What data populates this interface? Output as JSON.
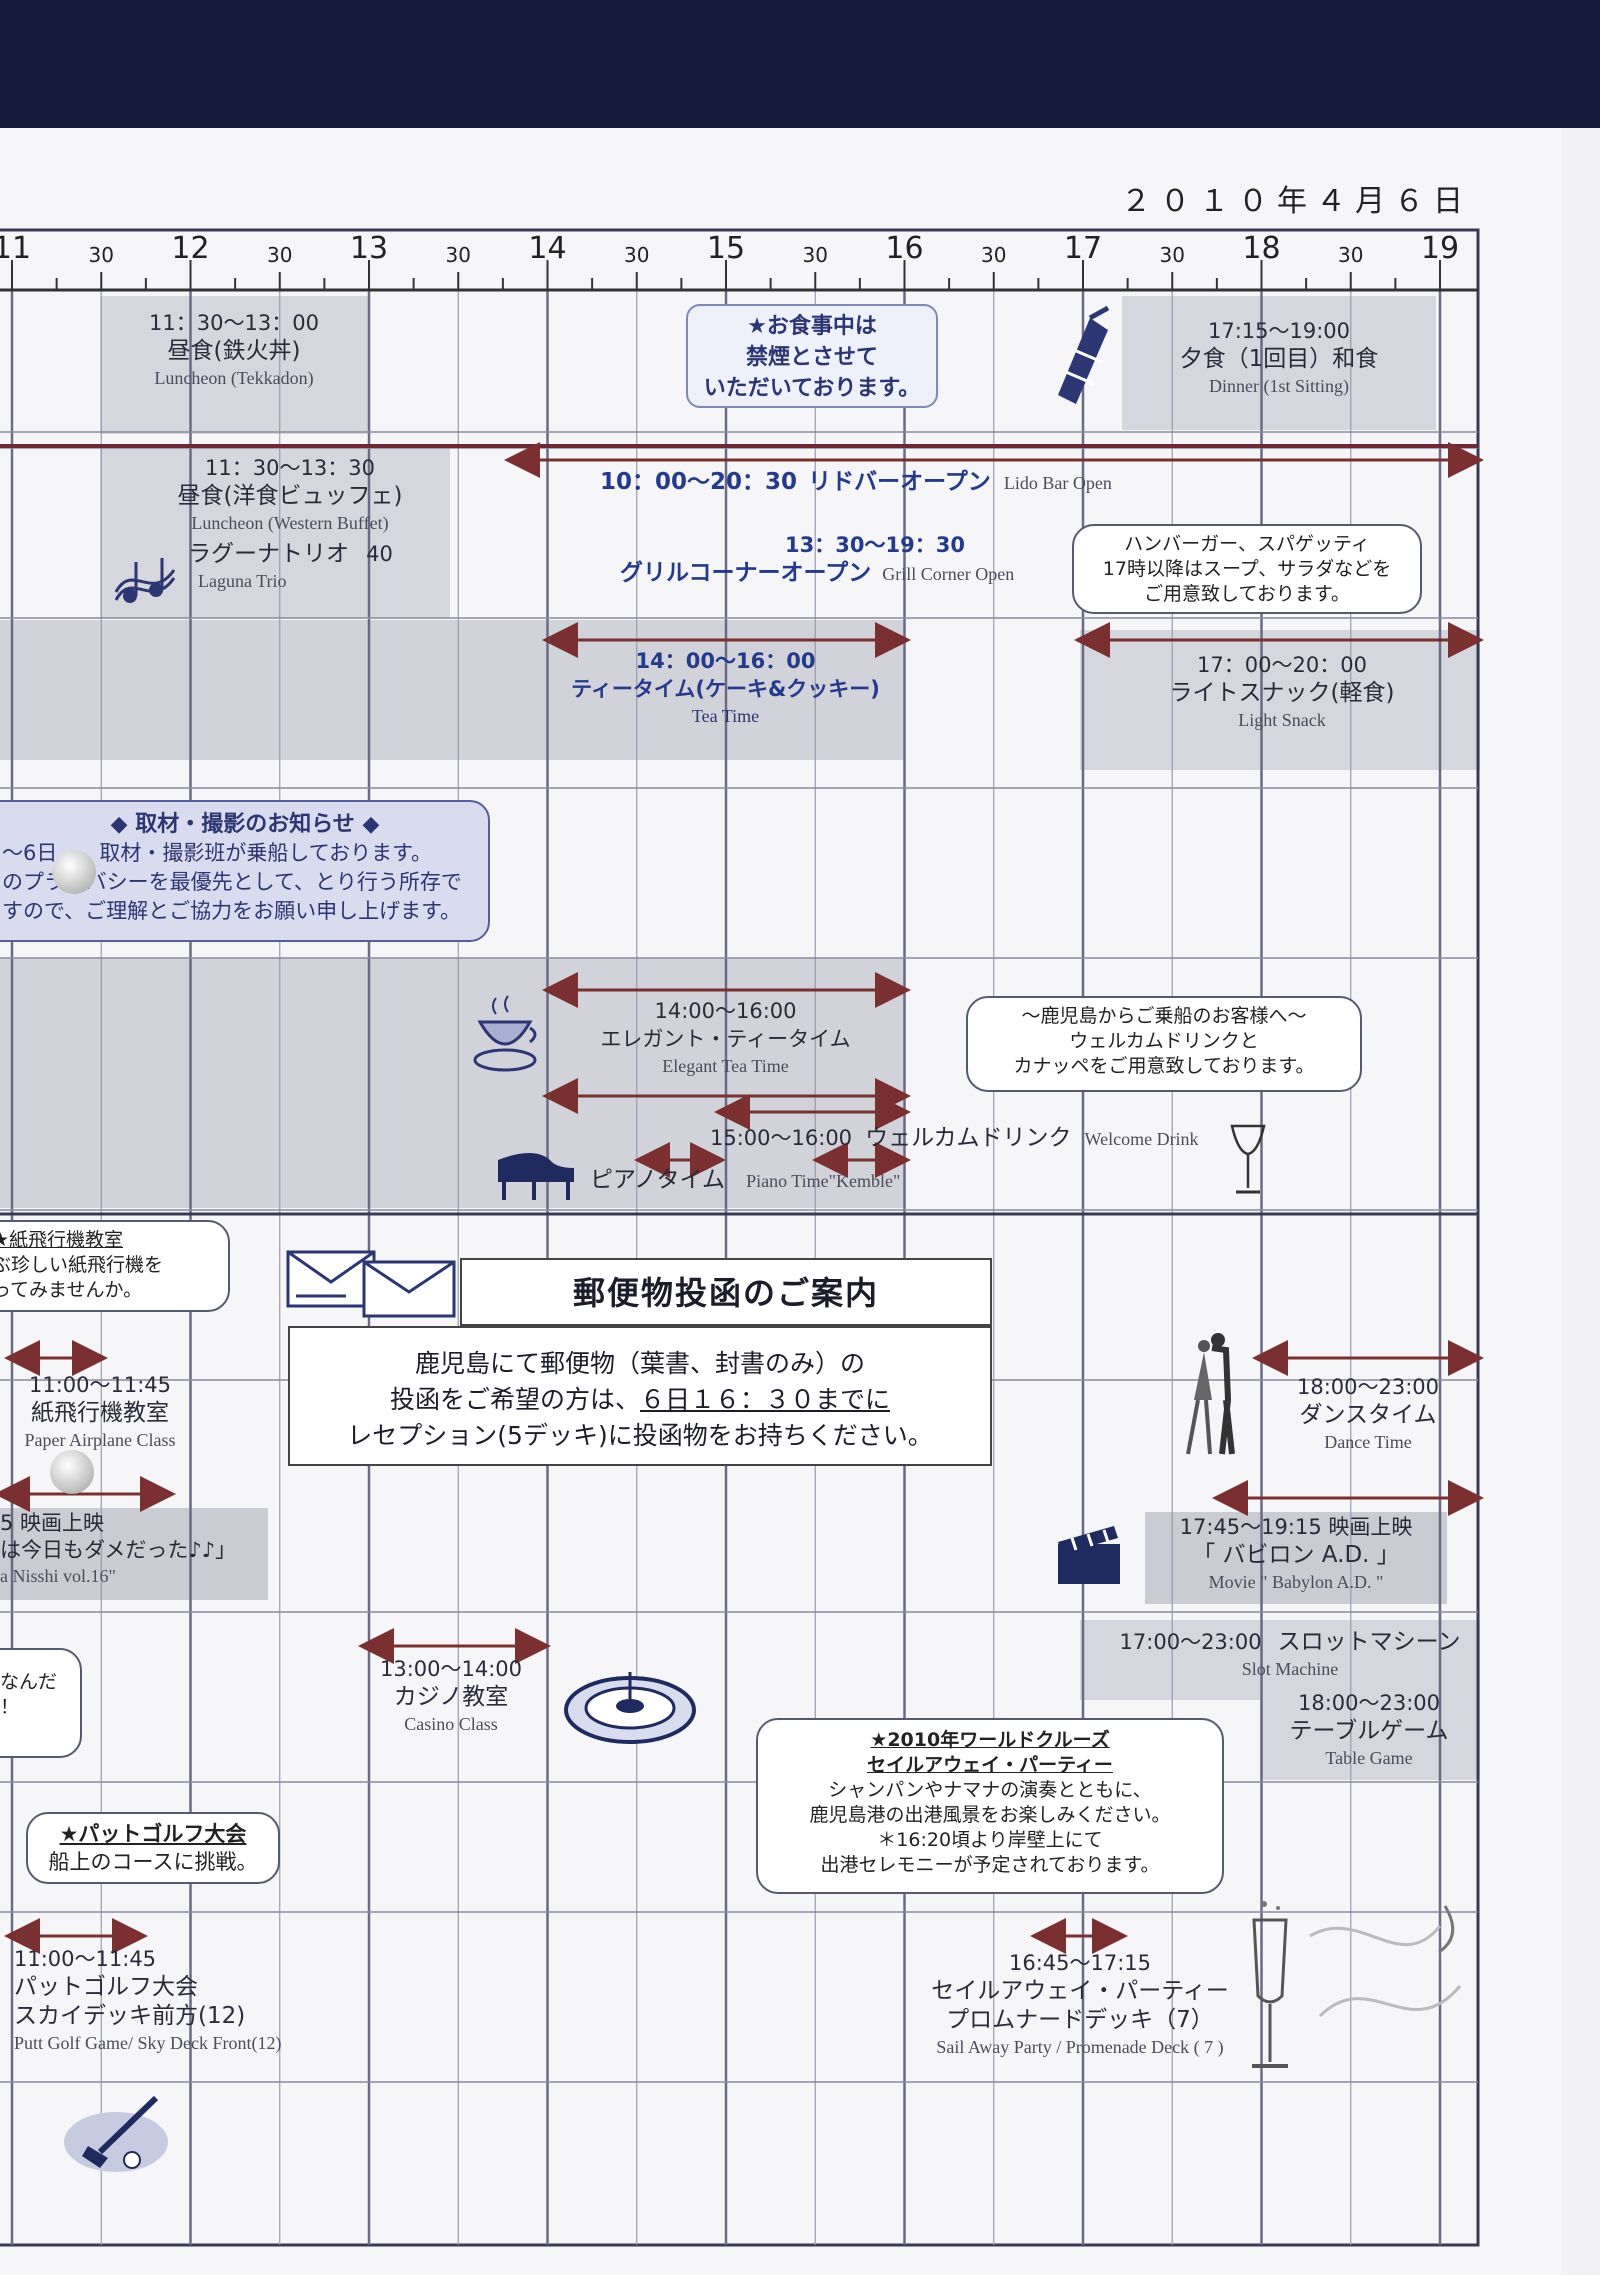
{
  "header": {
    "date": "２０１０年４月６日"
  },
  "timeline": {
    "hours": [
      "11",
      "12",
      "13",
      "14",
      "15",
      "16",
      "17",
      "18",
      "19"
    ],
    "half_label": "30"
  },
  "events": {
    "luncheon_tekkadon": {
      "time": "11：30〜13：00",
      "jp": "昼食(鉄火丼)",
      "en": "Luncheon (Tekkadon)"
    },
    "no_smoking": {
      "line1": "★お食事中は",
      "line2": "禁煙とさせて",
      "line3": "いただいております。"
    },
    "dinner_first": {
      "time": "17:15〜19:00",
      "jp": "夕食（1回目）和食",
      "en": "Dinner (1st Sitting)"
    },
    "luncheon_buffet": {
      "time": "11：30〜13：30",
      "jp": "昼食(洋食ビュッフェ)",
      "en": "Luncheon (Western Buffet)"
    },
    "lido_bar": {
      "time": "10：00〜20：30",
      "jp": "リドバーオープン",
      "en": "Lido Bar Open"
    },
    "laguna_trio": {
      "jp": "ラグーナトリオ",
      "num": "40",
      "en": "Laguna Trio"
    },
    "grill_corner": {
      "time": "13：30〜19：30",
      "jp": "グリルコーナーオープン",
      "en": "Grill Corner Open"
    },
    "grill_bubble": {
      "line1": "ハンバーガー、スパゲッティ",
      "line2": "17時以降はスープ、サラダなどを",
      "line3": "ご用意致しております。"
    },
    "tea_time": {
      "time": "14：00〜16：00",
      "jp": "ティータイム(ケーキ&クッキー)",
      "en": "Tea Time"
    },
    "light_snack": {
      "time": "17：00〜20：00",
      "jp": "ライトスナック(軽食)",
      "en": "Light Snack"
    },
    "press_notice": {
      "title": "◆ 取材・撮影のお知らせ ◆",
      "line1": "〜6日　、取材・撮影班が乗船しております。",
      "line2": "のプライバシーを最優先として、とり行う所存で",
      "line3": "すので、ご理解とご協力をお願い申し上げます。"
    },
    "elegant_tea": {
      "time": "14:00〜16:00",
      "jp": "エレガント・ティータイム",
      "en": "Elegant Tea Time"
    },
    "kagoshima_bubble": {
      "line1": "〜鹿児島からご乗船のお客様へ〜",
      "line2": "ウェルカムドリンクと",
      "line3": "カナッペをご用意致しております。"
    },
    "welcome_drink": {
      "time": "15:00〜16:00",
      "jp": "ウェルカムドリンク",
      "en": "Welcome Drink"
    },
    "piano_time": {
      "jp": "ピアノタイム",
      "en": "Piano Time\"Kemble\""
    },
    "paper_plane_bubble": {
      "line1": "★紙飛行機教室",
      "line2": "ぶ珍しい紙飛行機を",
      "line3": "ってみませんか。"
    },
    "paper_plane": {
      "time": "11:00〜11:45",
      "jp": "紙飛行機教室",
      "en": "Paper Airplane Class"
    },
    "postal": {
      "title": "郵便物投函のご案内",
      "line1": "鹿児島にて郵便物（葉書、封書のみ）の",
      "line2a": "投函をご希望の方は、",
      "line2b": "６日１６：３０までに",
      "line3": "レセプション(5デッキ)に投函物をお持ちください。"
    },
    "dance_time": {
      "time": "18:00〜23:00",
      "jp": "ダンスタイム",
      "en": "Dance Time"
    },
    "movie_left": {
      "line1": "5  映画上映",
      "line2": "は今日もダメだった♪♪」",
      "line3": "a Nisshi vol.16\""
    },
    "movie_right": {
      "time": "17:45〜19:15  映画上映",
      "jp": "「 バビロン  A.D. 」",
      "en": "Movie \" Babylon A.D. \""
    },
    "slot_machine": {
      "time": "17:00〜23:00",
      "jp": "スロットマシーン",
      "en": "Slot Machine"
    },
    "left_bubble_frag": {
      "line1": "なんだ",
      "line2": "！"
    },
    "casino_class": {
      "time": "13:00〜14:00",
      "jp": "カジノ教室",
      "en": "Casino Class"
    },
    "table_game": {
      "time": "18:00〜23:00",
      "jp": "テーブルゲーム",
      "en": "Table Game"
    },
    "sailaway_bubble": {
      "line1": "★2010年ワールドクルーズ",
      "line2": "セイルアウェイ・パーティー",
      "line3": "シャンパンやナマナの演奏とともに、",
      "line4": "鹿児島港の出港風景をお楽しみください。",
      "line5": "＊16:20頃より岸壁上にて",
      "line6": "出港セレモニーが予定されております。"
    },
    "putt_golf_bubble": {
      "line1": "★パットゴルフ大会",
      "line2": "船上のコースに挑戦。"
    },
    "putt_golf": {
      "time": "11:00〜11:45",
      "jp1": "パットゴルフ大会",
      "jp2": "スカイデッキ前方(12)",
      "en": "Putt Golf Game/ Sky Deck Front(12)"
    },
    "sailaway": {
      "time": "16:45〜17:15",
      "jp1": "セイルアウェイ・パーティー",
      "jp2": "プロムナードデッキ（7）",
      "en": "Sail Away Party / Promenade Deck ( 7 )"
    }
  },
  "icons": [
    "music-note-icon",
    "fork-knife-icon",
    "teacup-icon",
    "grand-piano-icon",
    "champagne-glass-icon",
    "envelope-icon",
    "dancers-icon",
    "clapperboard-icon",
    "roulette-icon",
    "golf-club-icon",
    "champagne-flute-icon"
  ],
  "colors": {
    "band": "#151b3a",
    "accent": "#243a8a",
    "arrow": "#7a3030",
    "shade": "#d6d6de",
    "grid": "#8a8aa0"
  }
}
